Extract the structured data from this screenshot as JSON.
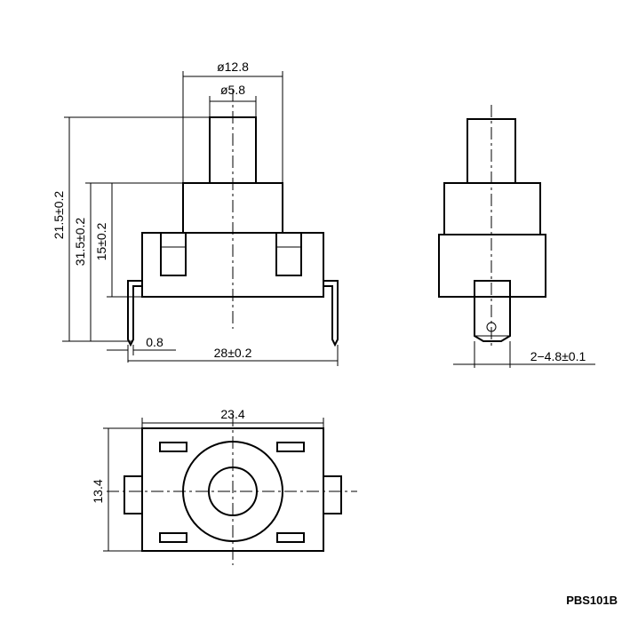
{
  "drawing": {
    "model_label": "PBS101B",
    "front_view": {
      "dia_outer": "ø12.8",
      "dia_inner": "ø5.8",
      "height_total": "21.5±0.2",
      "height_mid": "31.5±0.2",
      "height_body": "15±0.2",
      "pin_thickness": "0.8",
      "pin_span": "28±0.2"
    },
    "side_view": {
      "terminal_width": "2−4.8±0.1"
    },
    "top_view": {
      "length": "23.4",
      "width": "13.4"
    }
  }
}
